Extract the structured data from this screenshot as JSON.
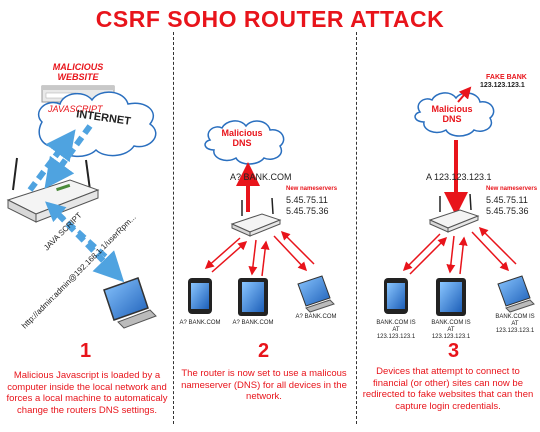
{
  "title": "CSRF SOHO ROUTER ATTACK",
  "panel1": {
    "number": "1",
    "website_label": "MALICIOUS WEBSITE",
    "javascript_label": "JAVASCRIPT",
    "cloud_label": "INTERNET",
    "java_script_text": "JAVA SCRIPT",
    "url_text": "http://admin:admin@192.168.1.1/userRpm...",
    "description": "Malicious Javascript is loaded by a computer inside the local network and forces a local machine to automaticaly change the routers DNS settings."
  },
  "panel2": {
    "number": "2",
    "cloud_label": "Malicious DNS",
    "query_label": "A? BANK.COM",
    "ns_header": "New nameservers",
    "ns1": "5.45.75.11",
    "ns2": "5.45.75.36",
    "device_labels": [
      "A? BANK.COM",
      "A? BANK.COM",
      "A? BANK.COM"
    ],
    "description": "The router is now set to use a malicous nameserver (DNS) for all devices in the network."
  },
  "panel3": {
    "number": "3",
    "fake_bank_label": "FAKE BANK",
    "fake_bank_ip": "123.123.123.1",
    "cloud_label": "Malicious DNS",
    "answer_label": "A 123.123.123.1",
    "ns_header": "New nameservers",
    "ns1": "5.45.75.11",
    "ns2": "5.45.75.36",
    "device_labels": [
      "BANK.COM IS AT 123.123.123.1",
      "BANK.COM IS AT 123.123.123.1",
      "BANK.COM IS AT 123.123.123.1"
    ],
    "description": "Devices that attempt to connect to financial (or other) sites can now be redirected to fake websites that can then capture login credentials."
  },
  "colors": {
    "accent": "#e8141b",
    "arrow_blue": "#4fa3e0",
    "cloud_stroke": "#2a6fbf"
  }
}
